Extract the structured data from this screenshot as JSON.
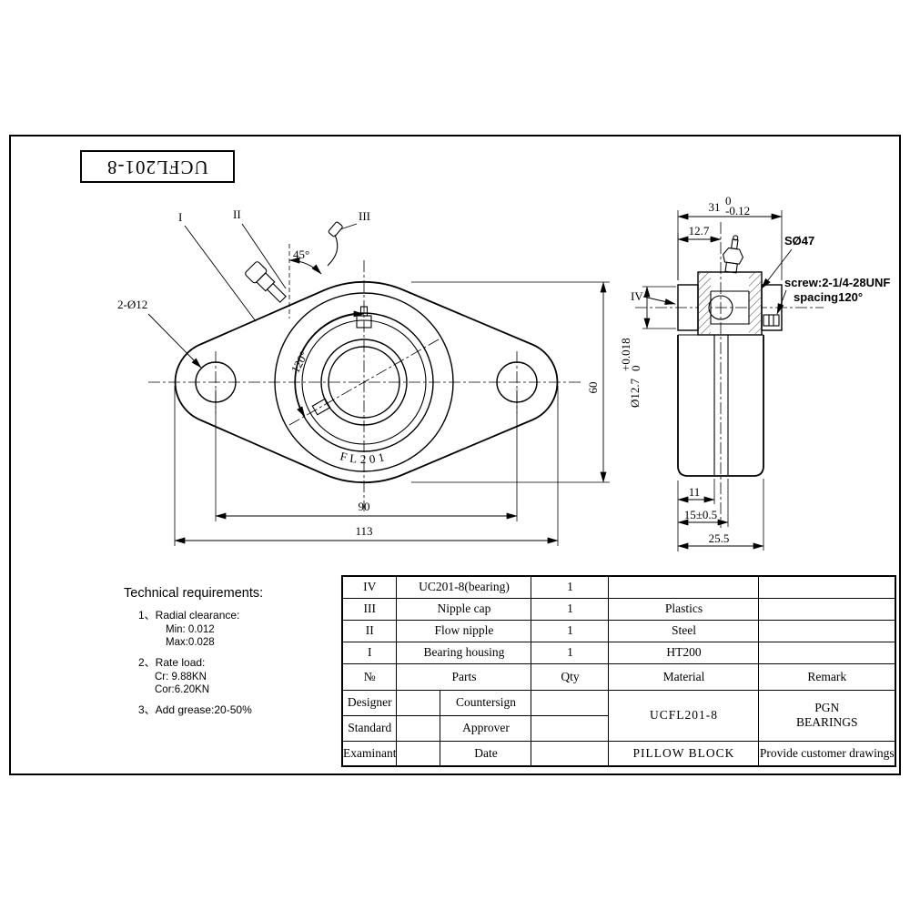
{
  "title_box": {
    "part_number": "UCFL201-8"
  },
  "front_view": {
    "callout_1": "I",
    "callout_2": "II",
    "callout_3": "III",
    "angle_45": "45°",
    "angle_120": "120°",
    "bolt_holes": "2-Ø12",
    "flange_marking": "FL201",
    "dim_bolt_spacing": "90",
    "dim_total_length": "113",
    "dim_height": "60"
  },
  "side_view": {
    "callout_4": "IV",
    "dim_width": "31",
    "dim_width_tol_upper": "0",
    "dim_width_tol_lower": "-0.12",
    "dim_center_offset": "12.7",
    "sphere_diameter": "SØ47",
    "screw_note_line1": "screw:2-1/4-28UNF",
    "screw_note_line2": "spacing120°",
    "bore_diameter": "Ø12.7",
    "bore_tol_upper": "+0.018",
    "bore_tol_lower": "0",
    "dim_boss": "11",
    "dim_flange_thickness": "15±0.5",
    "dim_total_depth": "25.5"
  },
  "technical_requirements": {
    "title": "Technical requirements:",
    "items": [
      {
        "label": "1、Radial clearance:",
        "details": [
          "Min: 0.012",
          "Max:0.028"
        ]
      },
      {
        "label": "2、Rate load:",
        "details": [
          "Cr:  9.88KN",
          "Cor:6.20KN"
        ]
      },
      {
        "label": "3、Add grease:20-50%",
        "details": []
      }
    ]
  },
  "parts_table": {
    "header": {
      "no": "№",
      "parts": "Parts",
      "qty": "Qty",
      "material": "Material",
      "remark": "Remark"
    },
    "rows": [
      {
        "no": "IV",
        "parts": "UC201-8(bearing)",
        "qty": "1",
        "material": "",
        "remark": ""
      },
      {
        "no": "III",
        "parts": "Nipple cap",
        "qty": "1",
        "material": "Plastics",
        "remark": ""
      },
      {
        "no": "II",
        "parts": "Flow nipple",
        "qty": "1",
        "material": "Steel",
        "remark": ""
      },
      {
        "no": "I",
        "parts": "Bearing housing",
        "qty": "1",
        "material": "HT200",
        "remark": ""
      }
    ]
  },
  "title_block": {
    "designer": "Designer",
    "countersign": "Countersign",
    "standard": "Standard",
    "approver": "Approver",
    "examinant": "Examinant",
    "date": "Date",
    "model": "UCFL201-8",
    "brand_line1": "PGN",
    "brand_line2": "BEARINGS",
    "product": "PILLOW BLOCK",
    "note": "Provide customer drawings"
  }
}
